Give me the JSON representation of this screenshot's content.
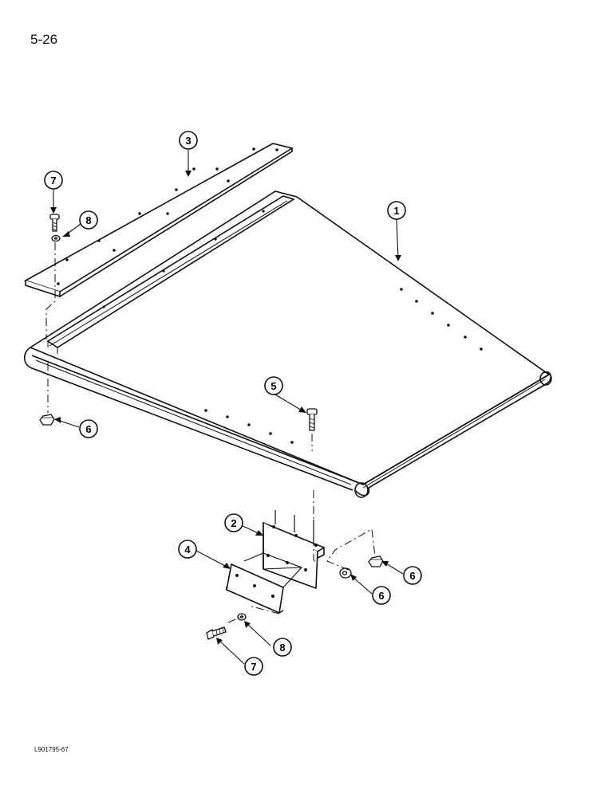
{
  "page": {
    "page_number": "5-26",
    "figure_code": "L901795-67"
  },
  "callouts": [
    {
      "id": "c1",
      "label": "1"
    },
    {
      "id": "c2",
      "label": "2"
    },
    {
      "id": "c3",
      "label": "3"
    },
    {
      "id": "c4",
      "label": "4"
    },
    {
      "id": "c5",
      "label": "5"
    },
    {
      "id": "c6a",
      "label": "6"
    },
    {
      "id": "c6b",
      "label": "6"
    },
    {
      "id": "c6c",
      "label": "6"
    },
    {
      "id": "c7a",
      "label": "7"
    },
    {
      "id": "c7b",
      "label": "7"
    },
    {
      "id": "c8a",
      "label": "8"
    },
    {
      "id": "c8b",
      "label": "8"
    }
  ]
}
